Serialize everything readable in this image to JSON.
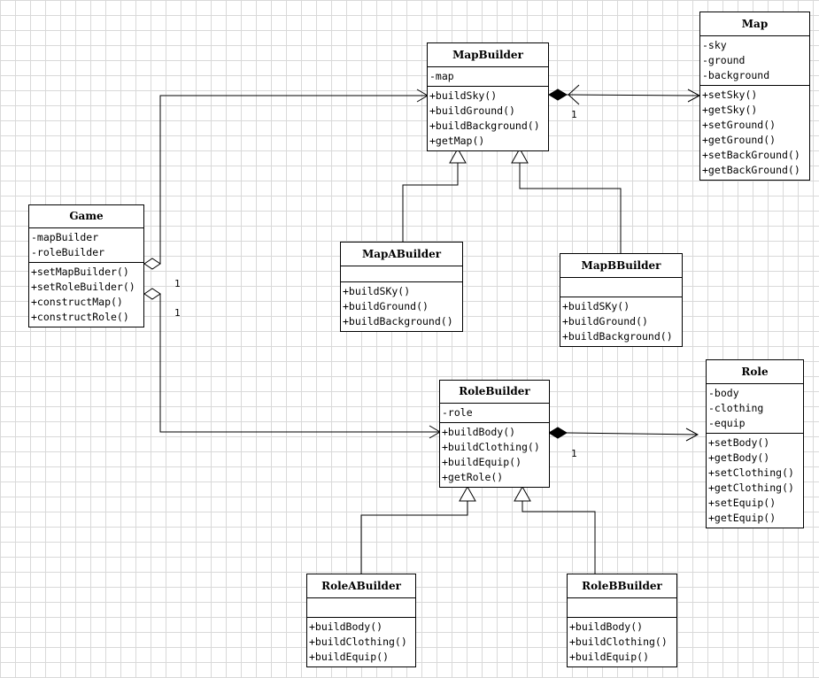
{
  "classes": {
    "map": {
      "name": "Map",
      "attributes": [
        "-sky",
        "-ground",
        "-background"
      ],
      "operations": [
        "+setSky()",
        "+getSky()",
        "+setGround()",
        "+getGround()",
        "+setBackGround()",
        "+getBackGround()"
      ]
    },
    "map_builder": {
      "name": "MapBuilder",
      "attributes": [
        "-map"
      ],
      "operations": [
        "+buildSky()",
        "+buildGround()",
        "+buildBackground()",
        "+getMap()"
      ]
    },
    "game": {
      "name": "Game",
      "attributes": [
        "-mapBuilder",
        "-roleBuilder"
      ],
      "operations": [
        "+setMapBuilder()",
        "+setRoleBuilder()",
        "+constructMap()",
        "+constructRole()"
      ]
    },
    "map_a_builder": {
      "name": "MapABuilder",
      "attributes": [],
      "operations": [
        "+buildSKy()",
        "+buildGround()",
        "+buildBackground()"
      ]
    },
    "map_b_builder": {
      "name": "MapBBuilder",
      "attributes": [],
      "operations": [
        "+buildSKy()",
        "+buildGround()",
        "+buildBackground()"
      ]
    },
    "role_builder": {
      "name": "RoleBuilder",
      "attributes": [
        "-role"
      ],
      "operations": [
        "+buildBody()",
        "+buildClothing()",
        "+buildEquip()",
        "+getRole()"
      ]
    },
    "role": {
      "name": "Role",
      "attributes": [
        "-body",
        "-clothing",
        "-equip"
      ],
      "operations": [
        "+setBody()",
        "+getBody()",
        "+setClothing()",
        "+getClothing()",
        "+setEquip()",
        "+getEquip()"
      ]
    },
    "role_a_builder": {
      "name": "RoleABuilder",
      "attributes": [],
      "operations": [
        "+buildBody()",
        "+buildClothing()",
        "+buildEquip()"
      ]
    },
    "role_b_builder": {
      "name": "RoleBBuilder",
      "attributes": [],
      "operations": [
        "+buildBody()",
        "+buildClothing()",
        "+buildEquip()"
      ]
    }
  },
  "multiplicities": {
    "mapbuilder_map": "1",
    "game_mapbuilder": "1",
    "game_rolebuilder": "1",
    "rolebuilder_role": "1"
  }
}
